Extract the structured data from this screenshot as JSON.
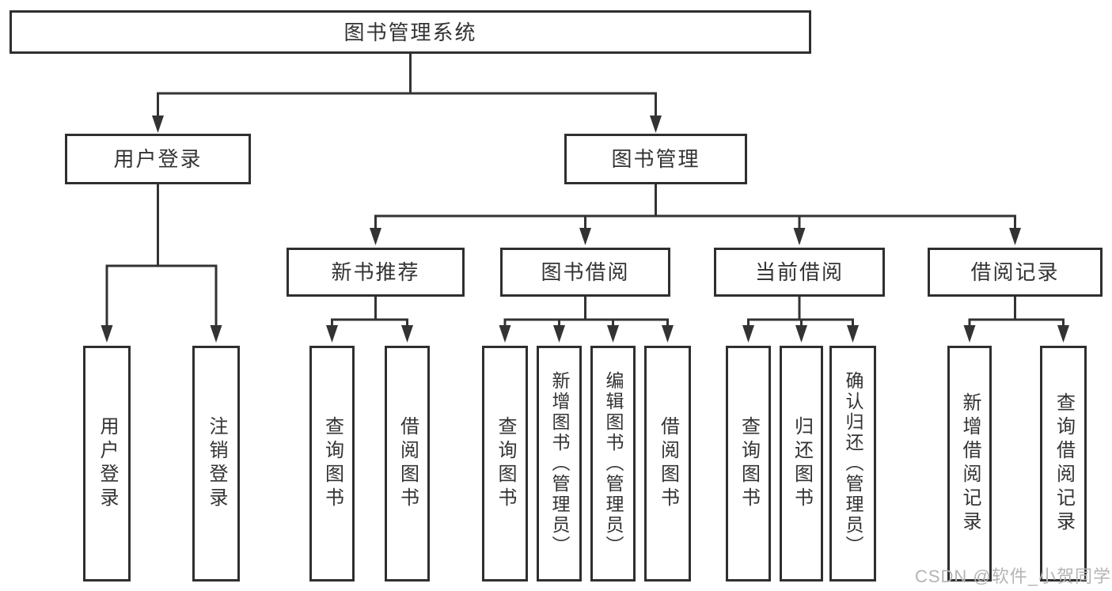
{
  "diagram": {
    "root": {
      "label": "图书管理系统"
    },
    "branches": [
      {
        "id": "user-login",
        "label": "用户登录",
        "children": [
          "用户登录",
          "注销登录"
        ]
      },
      {
        "id": "book-management",
        "label": "图书管理",
        "groups": [
          {
            "label": "新书推荐",
            "children": [
              "查询图书",
              "借阅图书"
            ]
          },
          {
            "label": "图书借阅",
            "children": [
              "查询图书",
              "新增图书（管理员）",
              "编辑图书（管理员）",
              "借阅图书"
            ]
          },
          {
            "label": "当前借阅",
            "children": [
              "查询图书",
              "归还图书",
              "确认归还（管理员）"
            ]
          },
          {
            "label": "借阅记录",
            "children": [
              "新增借阅记录",
              "查询借阅记录"
            ]
          }
        ]
      }
    ],
    "watermark": "CSDN @软件_小贺同学"
  }
}
